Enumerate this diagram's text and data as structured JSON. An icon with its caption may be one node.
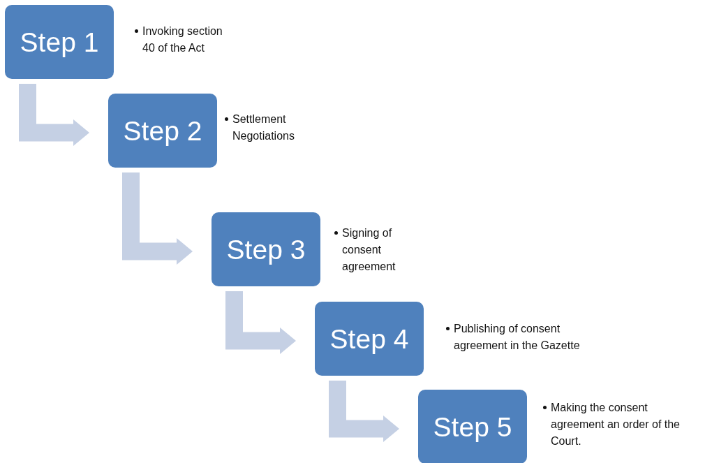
{
  "diagram": {
    "nodes": [
      {
        "text": [
          "Step 1"
        ],
        "beside": [
          "Invoking section 40 of the Act"
        ]
      },
      {
        "text": [
          "Step 2"
        ],
        "beside": [
          "Settlement Negotiations"
        ]
      },
      {
        "text": [
          "Step 3"
        ],
        "beside": [
          "Signing of consent agreement"
        ]
      },
      {
        "text": [
          "Step 4"
        ],
        "beside": [
          "Publishing of consent agreement in the Gazette"
        ]
      },
      {
        "text": [
          "Step 5"
        ],
        "beside": [
          "Making the consent agreement an order of the Court."
        ]
      }
    ],
    "edges": [
      {
        "from": 0,
        "to": 1,
        "arrow": "to",
        "style": "thick"
      },
      {
        "from": 1,
        "to": 2,
        "arrow": "to",
        "style": "thick"
      },
      {
        "from": 2,
        "to": 3,
        "arrow": "to",
        "style": "thick"
      },
      {
        "from": 3,
        "to": 4,
        "arrow": "to",
        "style": "thick"
      }
    ]
  }
}
